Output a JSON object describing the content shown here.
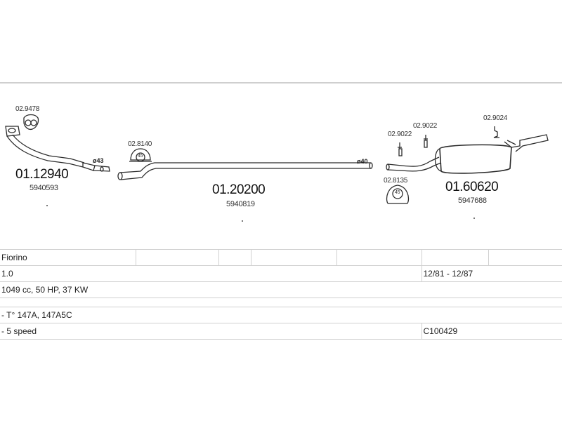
{
  "parts": {
    "front_pipe": {
      "number": "01.12940",
      "oem": "5940593",
      "diameter": "ø43"
    },
    "gasket": {
      "number": "02.9478"
    },
    "clamp_front": {
      "number": "02.8140",
      "size": "45"
    },
    "middle_pipe": {
      "number": "01.20200",
      "oem": "5940819",
      "diameter": "ø40"
    },
    "rear_muffler": {
      "number": "01.60620",
      "oem": "5947688"
    },
    "clamp_rear": {
      "number": "02.8135",
      "size": "45"
    },
    "hanger_a": {
      "number": "02.9022"
    },
    "hanger_b": {
      "number": "02.9022"
    },
    "hanger_c": {
      "number": "02.9024"
    }
  },
  "spec": {
    "model": "Fiorino",
    "engine": "1.0",
    "years": "12/81 - 12/87",
    "power": "1049 cc, 50 HP, 37 KW",
    "engine_type": "- T° 147A, 147A5C",
    "gearbox": "- 5 speed",
    "code": "C100429"
  },
  "colors": {
    "line": "#2b2b2b",
    "fill": "#ffffff",
    "rule": "#d0d0d0"
  }
}
